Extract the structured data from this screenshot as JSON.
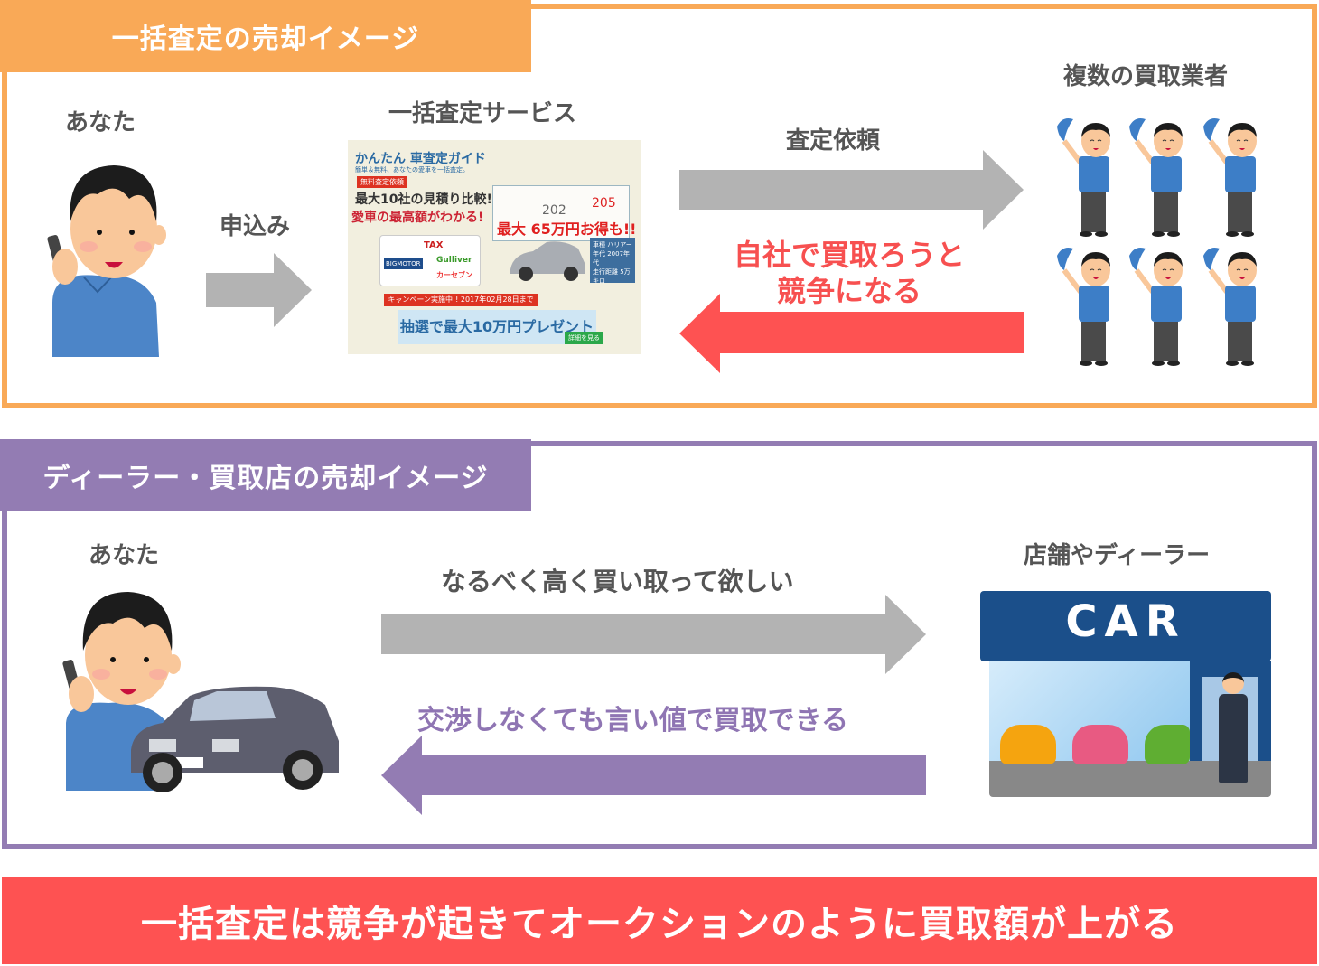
{
  "section1": {
    "title": "一括査定の売却イメージ",
    "you_label": "あなた",
    "apply_label": "申込み",
    "service_label": "一括査定サービス",
    "request_label": "査定依頼",
    "buyers_label": "複数の買取業者",
    "compete_line1": "自社で買取ろうと",
    "compete_line2": "競争になる",
    "buyers_count": 6,
    "colors": {
      "accent": "#f9a957",
      "return_arrow": "#fe5252",
      "forward_arrow": "#b3b3b3"
    },
    "service_screenshot": {
      "site_name": "かんたん 車査定ガイド",
      "tagline": "簡単＆無料、あなたの愛車を一括査定。",
      "badge": "無料査定依頼",
      "headline1": "最大10社の見積り比較!",
      "headline2": "愛車の最高額がわかる!",
      "max_savings": "最大 65万円お得も!!",
      "quote_b": "202",
      "quote_c": "205",
      "car_info": [
        "車種 ハリアー",
        "年代 2007年代",
        "走行距離 5万キロ"
      ],
      "partners": [
        "TAX",
        "BIGMOTOR",
        "Gulliver",
        "カーセブン"
      ],
      "campaign": "キャンペーン実施中!! 2017年02月28日まで",
      "present": "抽選で最大10万円プレゼント",
      "detail_button": "詳細を見る"
    }
  },
  "section2": {
    "title": "ディーラー・買取店の売却イメージ",
    "you_label": "あなた",
    "want_label": "なるべく高く買い取って欲しい",
    "shop_label": "店舗やディーラー",
    "response_label": "交渉しなくても言い値で買取できる",
    "shop_sign": "CAR",
    "colors": {
      "accent": "#937cb3",
      "forward_arrow": "#b3b3b3"
    }
  },
  "conclusion": {
    "text": "一括査定は競争が起きてオークションのように買取額が上がる",
    "color": "#fe5252"
  }
}
